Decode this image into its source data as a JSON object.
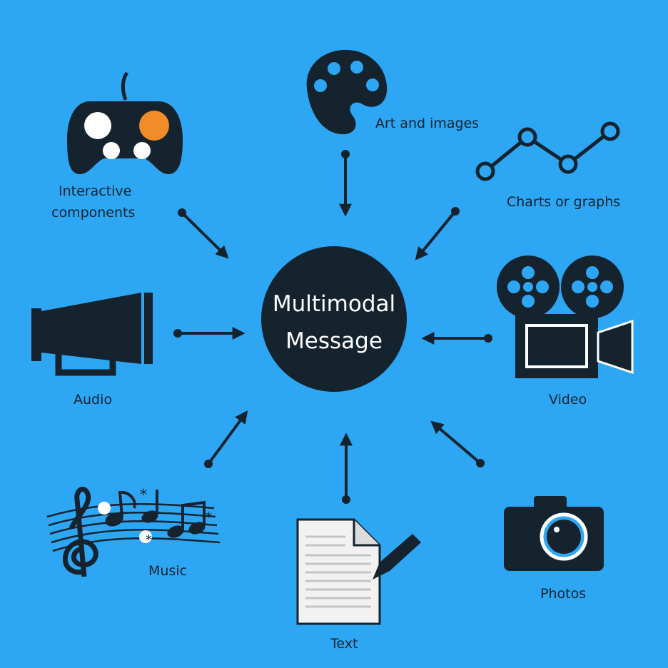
{
  "center": {
    "line1": "Multimodal",
    "line2": "Message"
  },
  "labels": {
    "art": "Art and images",
    "charts": "Charts or graphs",
    "interactive_line1": "Interactive",
    "interactive_line2": "components",
    "audio": "Audio",
    "video": "Video",
    "music": "Music",
    "text": "Text",
    "photos": "Photos"
  },
  "colors": {
    "background": "#2da6f4",
    "dark": "#15232e",
    "accent_orange": "#f28c28",
    "white": "#ffffff"
  },
  "icons": [
    "palette-icon",
    "line-chart-icon",
    "gamepad-icon",
    "megaphone-icon",
    "film-camera-icon",
    "music-notes-icon",
    "document-pencil-icon",
    "camera-icon"
  ]
}
